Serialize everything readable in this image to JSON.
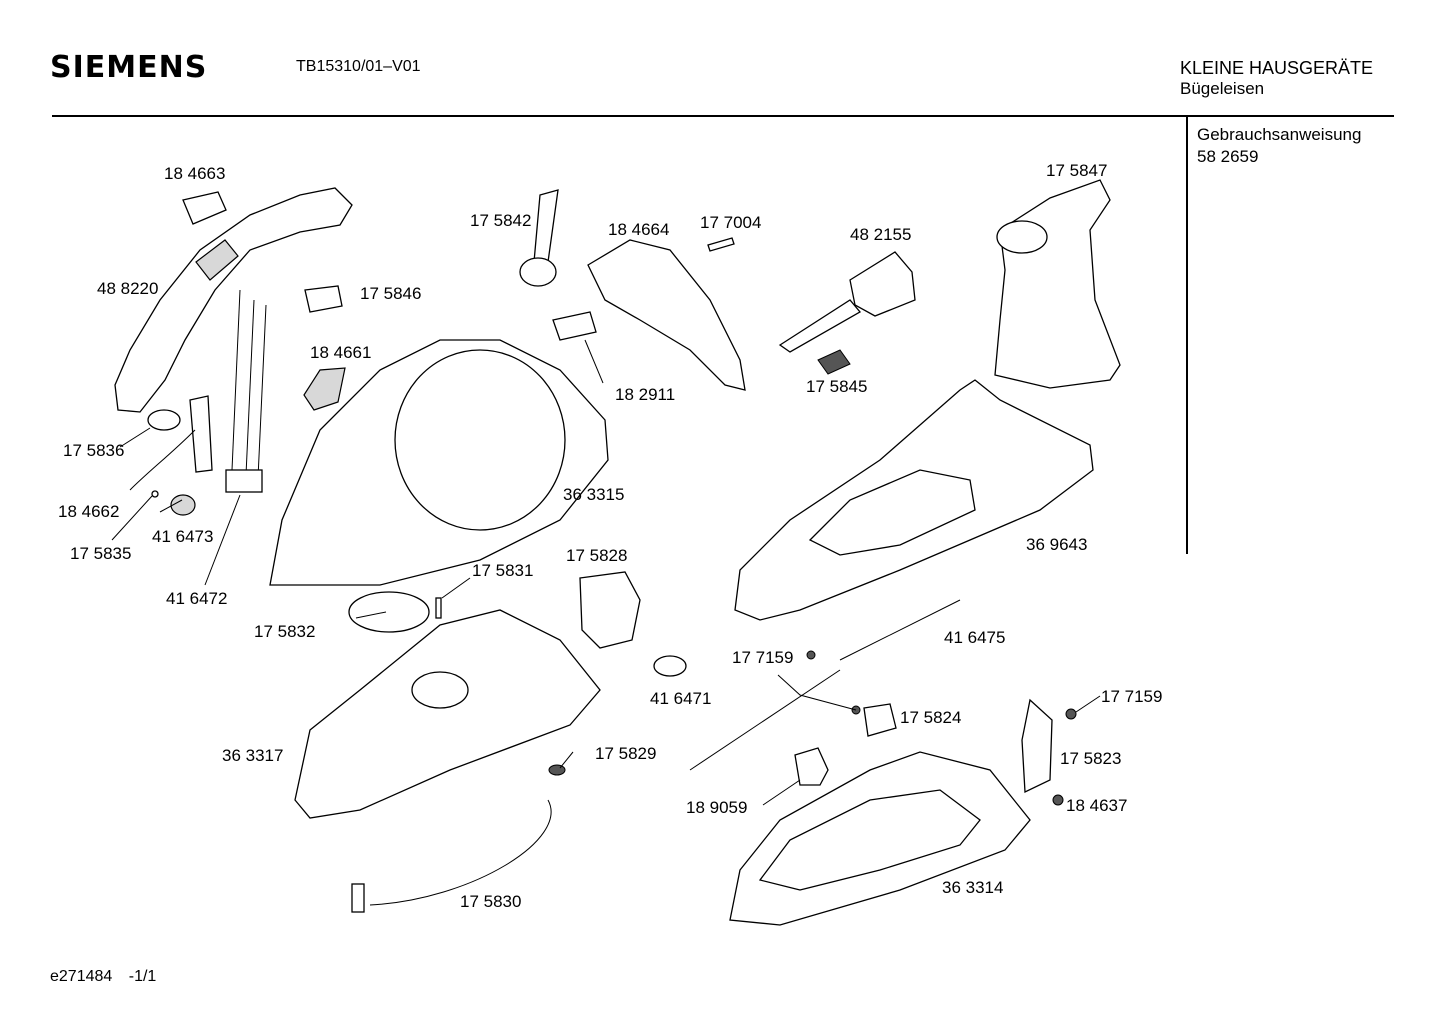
{
  "header": {
    "brand": "SIEMENS",
    "model": "TB15310/01–V01",
    "category": "KLEINE HAUSGERÄTE",
    "subcategory": "Bügeleisen"
  },
  "sidebar": {
    "doc_title": "Gebrauchsanweisung",
    "doc_number": "58 2659"
  },
  "footer": {
    "drawing_id": "e271484",
    "page": "-1/1"
  },
  "callouts": [
    {
      "id": "c-184663",
      "label": "18 4663"
    },
    {
      "id": "c-488220",
      "label": "48 8220"
    },
    {
      "id": "c-175846",
      "label": "17 5846"
    },
    {
      "id": "c-184661",
      "label": "18 4661"
    },
    {
      "id": "c-175836",
      "label": "17 5836"
    },
    {
      "id": "c-184662",
      "label": "18 4662"
    },
    {
      "id": "c-175835",
      "label": "17 5835"
    },
    {
      "id": "c-416473",
      "label": "41 6473"
    },
    {
      "id": "c-416472",
      "label": "41 6472"
    },
    {
      "id": "c-175842",
      "label": "17 5842"
    },
    {
      "id": "c-184664",
      "label": "18 4664"
    },
    {
      "id": "c-177004",
      "label": "17 7004"
    },
    {
      "id": "c-182911",
      "label": "18 2911"
    },
    {
      "id": "c-363315",
      "label": "36 3315"
    },
    {
      "id": "c-482155",
      "label": "48 2155"
    },
    {
      "id": "c-175845",
      "label": "17 5845"
    },
    {
      "id": "c-175847",
      "label": "17 5847"
    },
    {
      "id": "c-369643",
      "label": "36 9643"
    },
    {
      "id": "c-175831",
      "label": "17 5831"
    },
    {
      "id": "c-175828",
      "label": "17 5828"
    },
    {
      "id": "c-175832",
      "label": "17 5832"
    },
    {
      "id": "c-416471",
      "label": "41 6471"
    },
    {
      "id": "c-363317",
      "label": "36 3317"
    },
    {
      "id": "c-175829",
      "label": "17 5829"
    },
    {
      "id": "c-175830",
      "label": "17 5830"
    },
    {
      "id": "c-177159a",
      "label": "17 7159"
    },
    {
      "id": "c-416475",
      "label": "41 6475"
    },
    {
      "id": "c-175824",
      "label": "17 5824"
    },
    {
      "id": "c-189059",
      "label": "18 9059"
    },
    {
      "id": "c-177159b",
      "label": "17 7159"
    },
    {
      "id": "c-175823",
      "label": "17 5823"
    },
    {
      "id": "c-184637",
      "label": "18 4637"
    },
    {
      "id": "c-363314",
      "label": "36 3314"
    }
  ]
}
